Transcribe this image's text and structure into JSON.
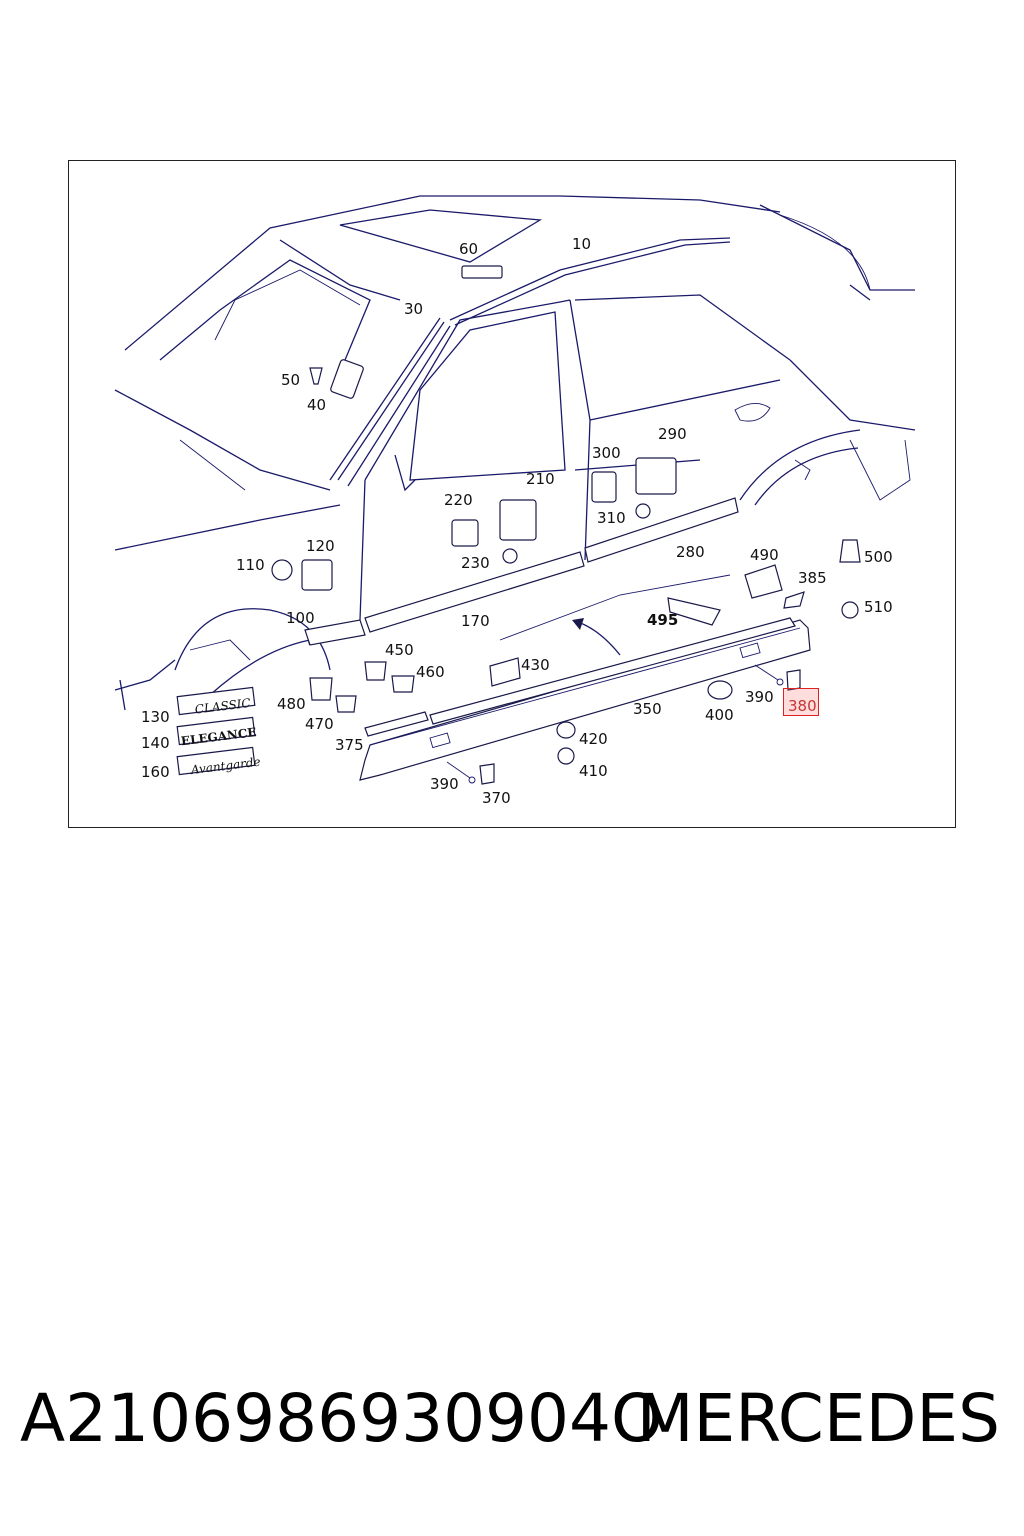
{
  "callouts": {
    "c10": "10",
    "c30": "30",
    "c40": "40",
    "c50": "50",
    "c60": "60",
    "c100": "100",
    "c110": "110",
    "c120": "120",
    "c130": "130",
    "c140": "140",
    "c160": "160",
    "c170": "170",
    "c210": "210",
    "c220": "220",
    "c230": "230",
    "c280": "280",
    "c290": "290",
    "c300": "300",
    "c310": "310",
    "c350": "350",
    "c370": "370",
    "c375": "375",
    "c380": "380",
    "c385": "385",
    "c390a": "390",
    "c390b": "390",
    "c400": "400",
    "c410": "410",
    "c420": "420",
    "c430": "430",
    "c450": "450",
    "c460": "460",
    "c470": "470",
    "c480": "480",
    "c490": "490",
    "c495": "495",
    "c500": "500",
    "c510": "510"
  },
  "badges": {
    "classic": "CLASSIC",
    "elegance": "ELEGANCE",
    "avantgarde": "Avantgarde"
  },
  "highlighted_callout": "380",
  "footer": {
    "part_number": "A2106986930904O",
    "brand": "MERCEDES"
  },
  "colors": {
    "line": "#1a1a6a",
    "highlight": "#d22222"
  }
}
